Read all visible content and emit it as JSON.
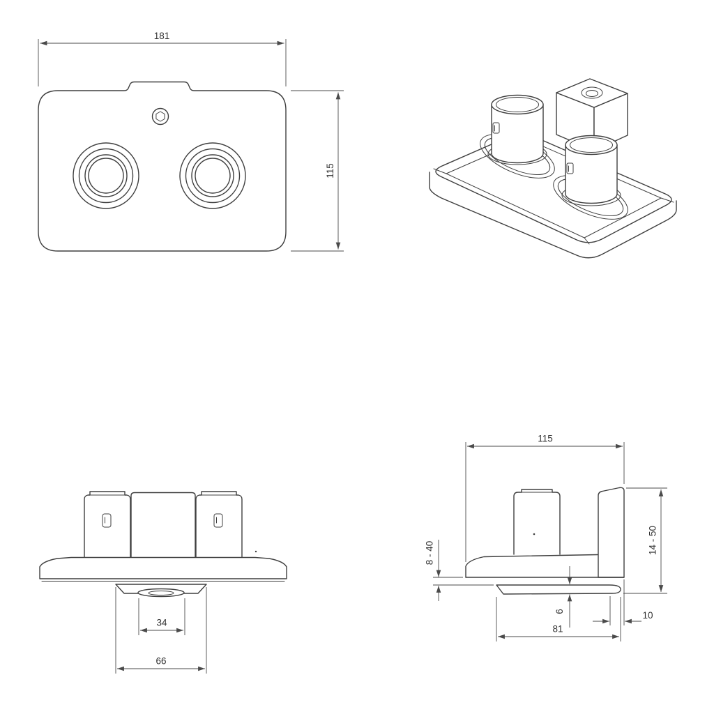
{
  "document": {
    "type": "technical-drawing",
    "background": "#ffffff",
    "line_color": "#3f3f3f",
    "dim_color": "#4a4a4a"
  },
  "views": {
    "front": {
      "name": "front-view",
      "dims": {
        "width": "181",
        "height": "115"
      }
    },
    "isometric": {
      "name": "isometric-view"
    },
    "bottom": {
      "name": "bottom-elevation-view",
      "dims": {
        "pad_width": "34",
        "clamp_width": "66"
      }
    },
    "side": {
      "name": "side-elevation-view",
      "dims": {
        "depth": "115",
        "clamp_range": "8 - 40",
        "overall_range": "14 - 50",
        "pad_thickness": "6",
        "edge_offset": "10",
        "clamp_depth": "81"
      }
    }
  }
}
